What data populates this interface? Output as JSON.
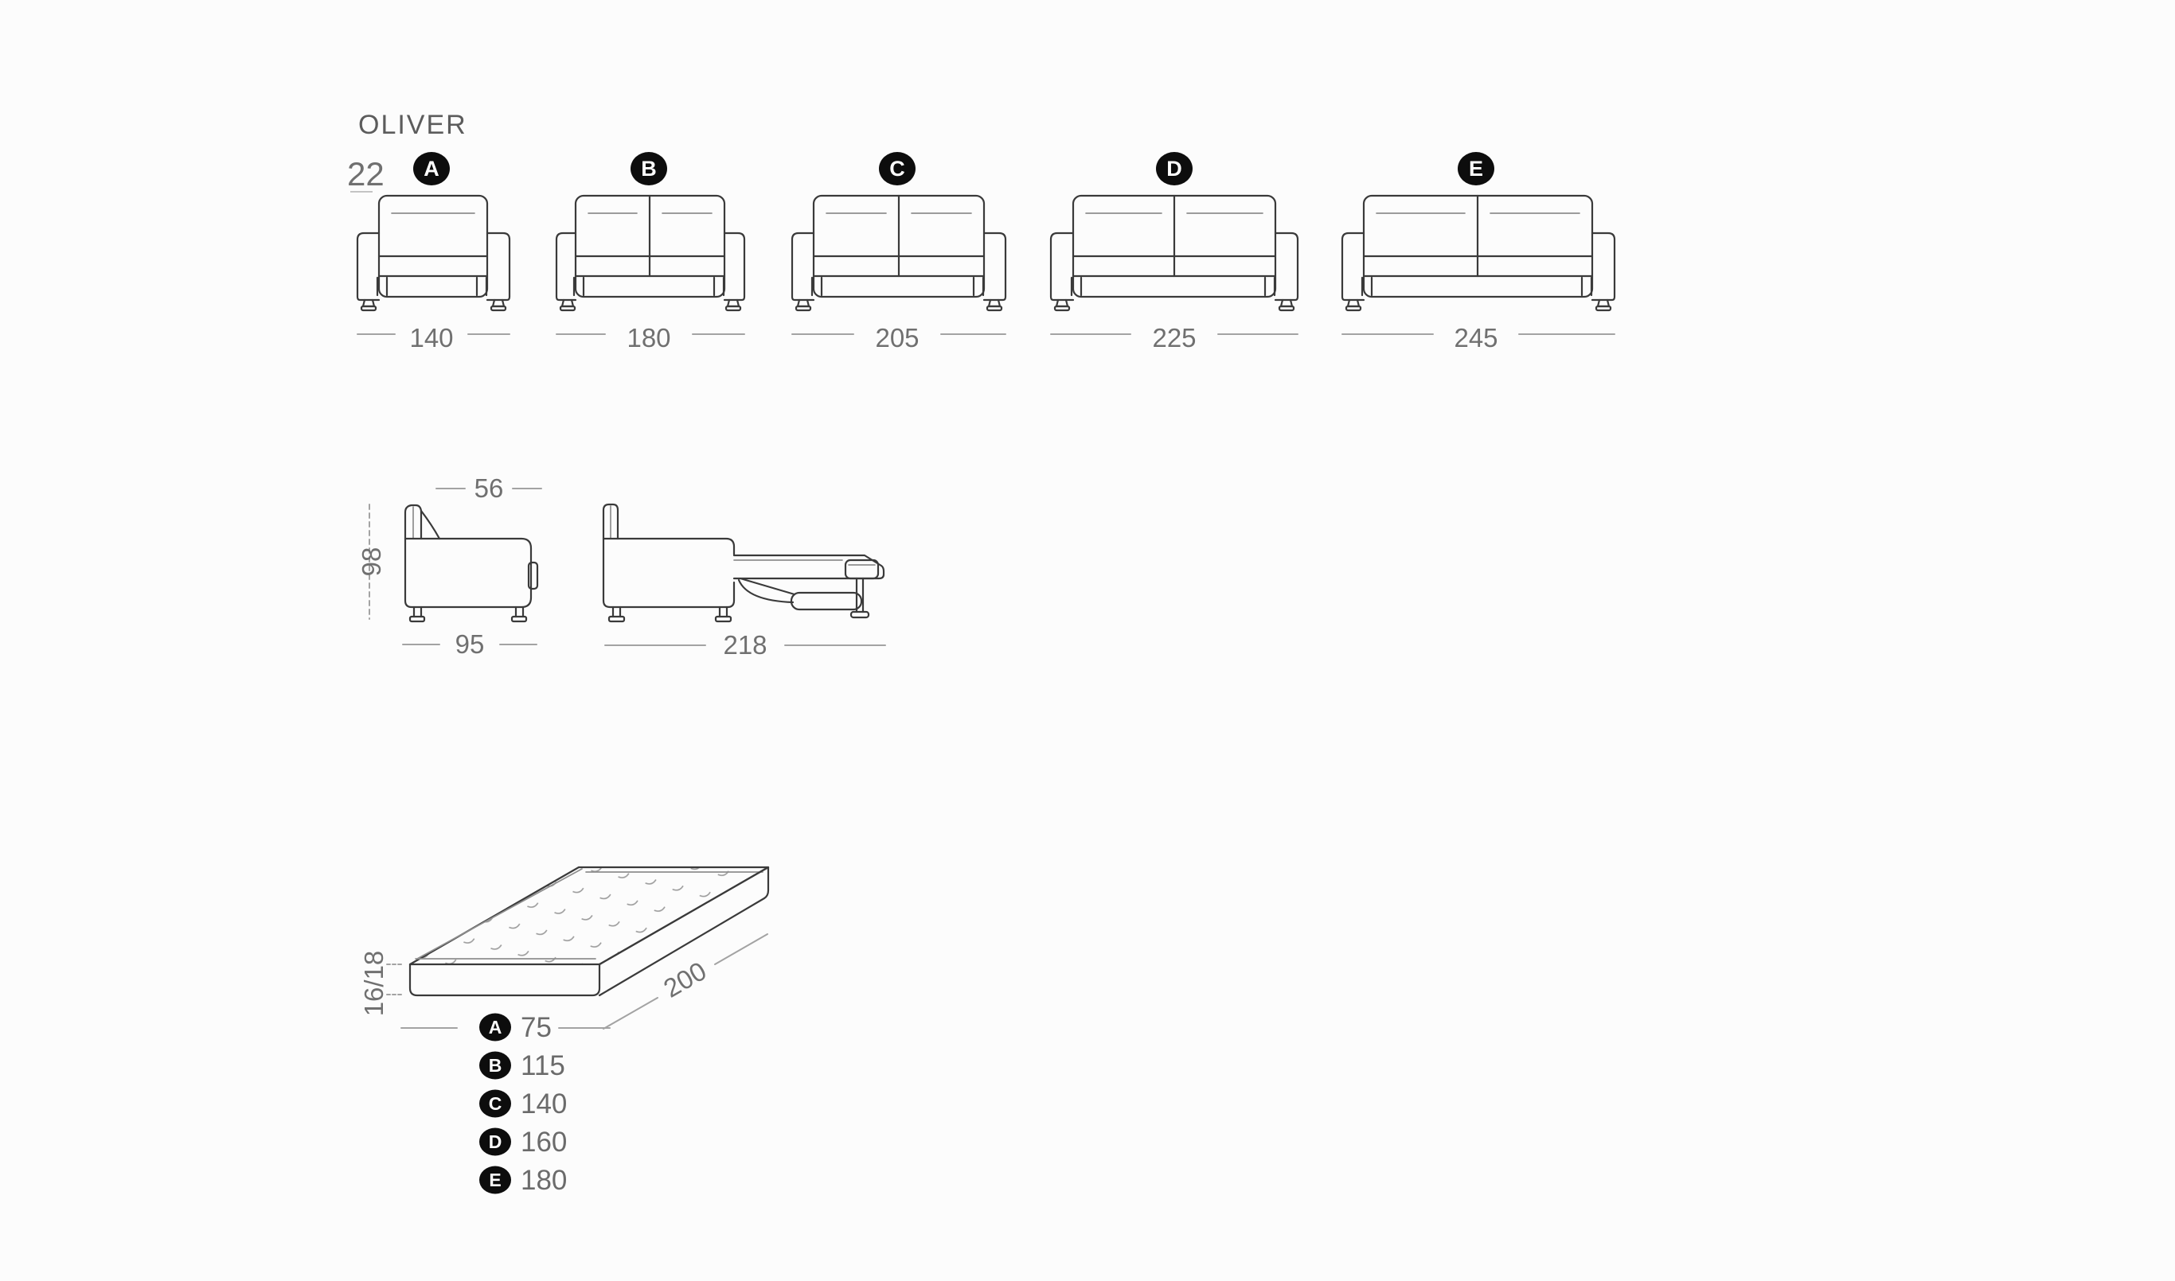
{
  "page": {
    "title": "OLIVER",
    "number": "22"
  },
  "front_views": [
    {
      "label": "A",
      "width": "140"
    },
    {
      "label": "B",
      "width": "180"
    },
    {
      "label": "C",
      "width": "205"
    },
    {
      "label": "D",
      "width": "225"
    },
    {
      "label": "E",
      "width": "245"
    }
  ],
  "side_views": {
    "closed": {
      "depth_top": "56",
      "height": "98",
      "depth_bottom": "95"
    },
    "open": {
      "length": "218"
    }
  },
  "mattress": {
    "thickness": "16/18",
    "length": "200",
    "widths": [
      {
        "label": "A",
        "value": "75"
      },
      {
        "label": "B",
        "value": "115"
      },
      {
        "label": "C",
        "value": "140"
      },
      {
        "label": "D",
        "value": "160"
      },
      {
        "label": "E",
        "value": "180"
      }
    ]
  },
  "colors": {
    "line": "#3a3a3a",
    "dimension": "#a3a3a3",
    "text": "#707070",
    "badge": "#0d0d0d",
    "background": "#fcfcfc"
  }
}
